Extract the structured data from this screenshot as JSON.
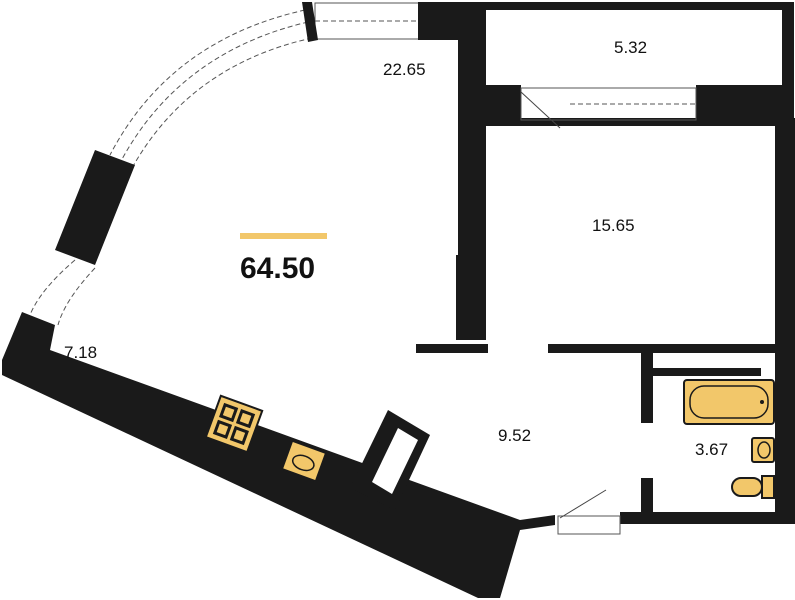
{
  "plan": {
    "total_area": "64.50",
    "accent_color": "#f2c76a",
    "wall_color": "#1a1a1a",
    "rooms": [
      {
        "id": "living-kitchen",
        "area": "22.65"
      },
      {
        "id": "balcony",
        "area": "5.32"
      },
      {
        "id": "bedroom",
        "area": "15.65"
      },
      {
        "id": "kitchen-zone",
        "area": "7.18"
      },
      {
        "id": "hallway",
        "area": "9.52"
      },
      {
        "id": "bathroom",
        "area": "3.67"
      }
    ]
  }
}
